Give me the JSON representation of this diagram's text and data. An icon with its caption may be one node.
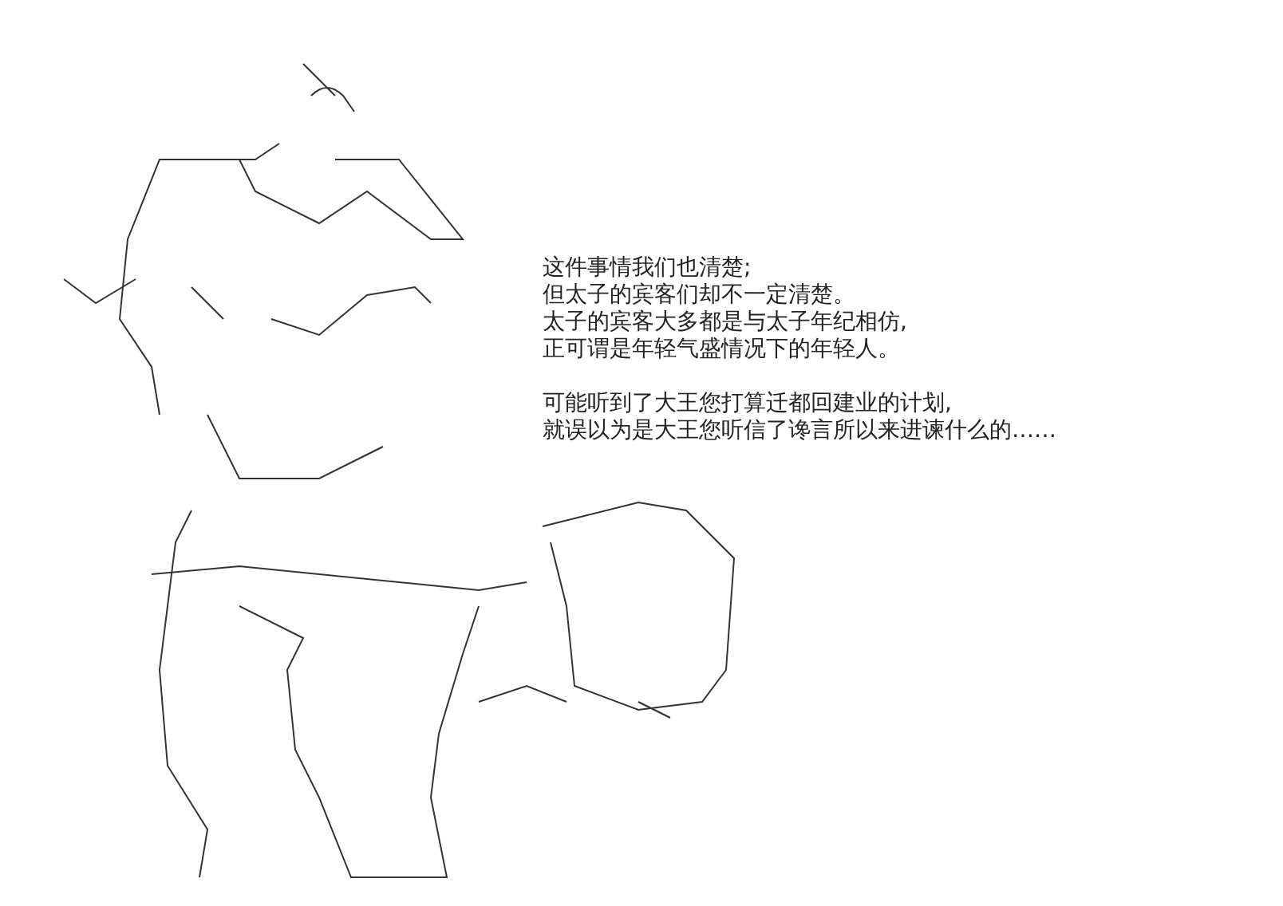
{
  "diagram": {
    "labels": [
      "这件事情我们也清楚;",
      "但太子的宾客们却不一定清楚。",
      "太子的宾客大多都是与太子年纪相仿,",
      "正可谓是年轻气盛情况下的年轻人。",
      "可能听到了大王您打算迁都回建业的计划,",
      "就误以为是大王您听信了谗言所以来进谏什么的……"
    ]
  }
}
